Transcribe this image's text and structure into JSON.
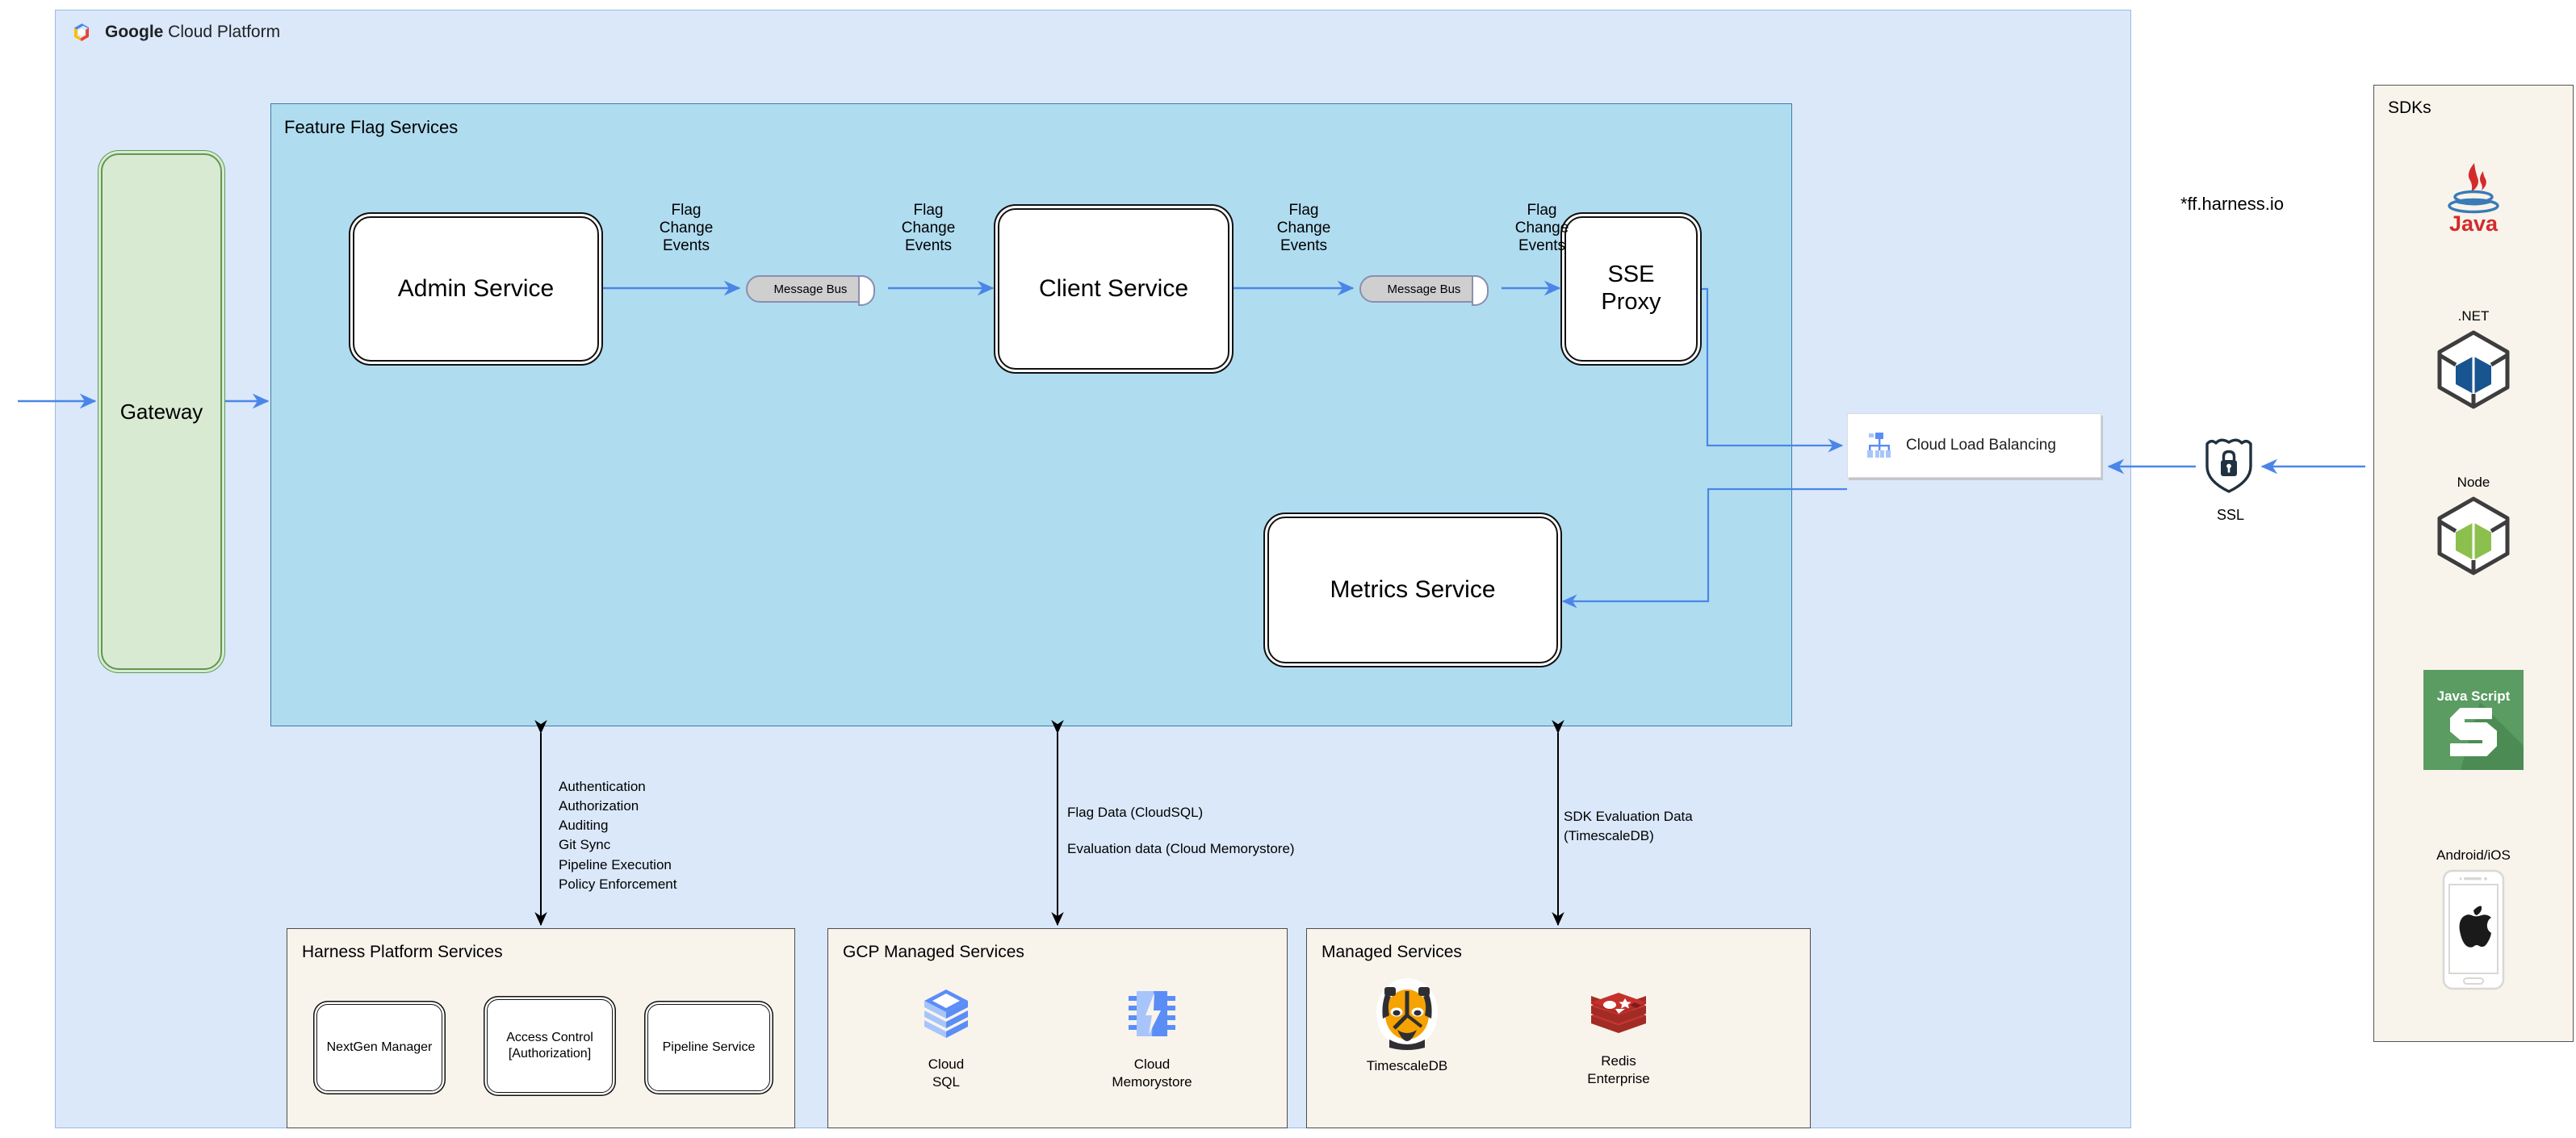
{
  "gcp": {
    "title_bold": "Google",
    "title_rest": " Cloud Platform",
    "logo_icon": "google-cloud-logo-icon"
  },
  "gateway": {
    "label": "Gateway"
  },
  "feature_flag_services": {
    "title": "Feature Flag Services",
    "nodes": {
      "admin_service": "Admin Service",
      "client_service": "Client Service",
      "sse_proxy": "SSE\nProxy",
      "sse_proxy_line1": "SSE",
      "sse_proxy_line2": "Proxy",
      "metrics_service": "Metrics Service"
    },
    "message_bus_1": "Message Bus",
    "message_bus_2": "Message Bus",
    "edge_labels": {
      "admin_to_bus": "Flag\nChange\nEvents",
      "l1": "Flag",
      "l2": "Change",
      "l3": "Events"
    }
  },
  "load_balancer": {
    "label": "Cloud Load Balancing",
    "icon": "cloud-load-balancing-icon"
  },
  "ssl": {
    "domain": "*ff.harness.io",
    "label": "SSL",
    "icon": "shield-lock-icon"
  },
  "annotations": {
    "harness_list": [
      "Authentication",
      "Authorization",
      "Auditing",
      "Git Sync",
      "Pipeline Execution",
      "Policy Enforcement"
    ],
    "flag_data": "Flag Data (CloudSQL)",
    "evaluation_data": "Evaluation data (Cloud Memorystore)",
    "sdk_eval_line1": "SDK Evaluation Data",
    "sdk_eval_line2": "(TimescaleDB)"
  },
  "harness_platform": {
    "title": "Harness Platform Services",
    "items": [
      {
        "label": "NextGen Manager"
      },
      {
        "label": "Access Control\n[Authorization]",
        "line1": "Access Control",
        "line2": "[Authorization]"
      },
      {
        "label": "Pipeline Service"
      }
    ]
  },
  "gcp_managed": {
    "title": "GCP Managed Services",
    "items": [
      {
        "label_line1": "Cloud",
        "label_line2": "SQL",
        "icon": "cloud-sql-icon"
      },
      {
        "label_line1": "Cloud",
        "label_line2": "Memorystore",
        "icon": "cloud-memorystore-icon"
      }
    ]
  },
  "managed_services": {
    "title": "Managed Services",
    "items": [
      {
        "label_line1": "TimescaleDB",
        "label_line2": "",
        "icon": "timescaledb-tiger-icon"
      },
      {
        "label_line1": "Redis",
        "label_line2": "Enterprise",
        "icon": "redis-icon"
      }
    ]
  },
  "sdks": {
    "title": "SDKs",
    "items": [
      {
        "label": "",
        "icon": "java-icon",
        "caption_below": true
      },
      {
        "label": ".NET",
        "icon": "dotnet-cube-icon"
      },
      {
        "label": "Node",
        "icon": "node-cube-icon"
      },
      {
        "label": "",
        "icon": "javascript-icon"
      },
      {
        "label": "Android/iOS",
        "icon": "phone-apple-icon"
      }
    ],
    "java_wordmark": "Java",
    "js_wordmark_line1": "Java Script",
    "dotnet_label": ".NET",
    "node_label": "Node",
    "android_ios_label": "Android/iOS"
  },
  "colors": {
    "gcp_bg": "#dae8fa",
    "ffs_bg": "#b0dcf0",
    "panel_beige": "#f8f4ec",
    "gateway_green": "#d9ead3",
    "arrow_blue": "#4a86e8",
    "redis_red": "#c6302b",
    "timescale_orange": "#f6a200",
    "js_green": "#5a9c62"
  }
}
